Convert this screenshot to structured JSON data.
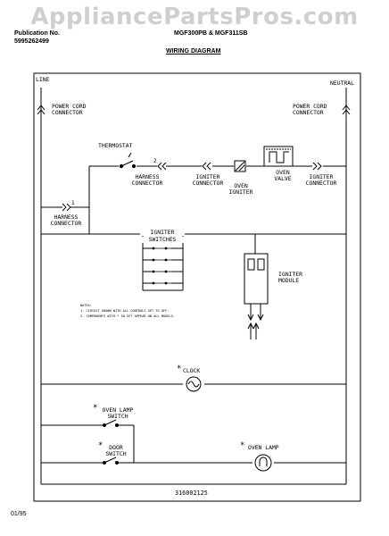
{
  "watermark": "AppliancePartsPros.com",
  "header": {
    "publication_label": "Publication No.",
    "publication_number": "5995262499",
    "models": "MGF300PB & MGF311SB",
    "title": "WIRING DIAGRAM"
  },
  "labels": {
    "line": "LINE",
    "neutral": "NEUTRAL",
    "power_cord_left": [
      "POWER CORD",
      "CONNECTOR"
    ],
    "power_cord_right": [
      "POWER CORD",
      "CONNECTOR"
    ],
    "thermostat": "THERMOSTAT",
    "harness_connector_top": [
      "HARNESS",
      "CONNECTOR"
    ],
    "igniter_connector_1": [
      "IGNITER",
      "CONNECTOR"
    ],
    "oven_igniter": [
      "OVEN",
      "IGNITER"
    ],
    "oven_valve": [
      "OVEN",
      "VALVE"
    ],
    "igniter_connector_2": [
      "IGNITER",
      "CONNECTOR"
    ],
    "harness_connector_left": [
      "HARNESS",
      "CONNECTOR"
    ],
    "igniter_switches": [
      "IGNITER",
      "SWITCHES"
    ],
    "igniter_module": [
      "IGNITER",
      "MODULE"
    ],
    "clock": "CLOCK",
    "oven_lamp_switch": [
      "OVEN LAMP",
      "SWITCH"
    ],
    "door_switch": [
      "DOOR",
      "SWITCH"
    ],
    "oven_lamp": "OVEN LAMP",
    "connector_num_1": "1",
    "connector_num_2": "2",
    "asterisk": "*"
  },
  "notes": [
    "NOTES:",
    "1.  CIRCUIT SHOWN WITH ALL CONTROLS SET TO OFF.",
    "2.  COMPONENTS WITH * IN SET APPEAR ON ALL MODELS."
  ],
  "part_number": "316002125",
  "footer_date": "01/95"
}
